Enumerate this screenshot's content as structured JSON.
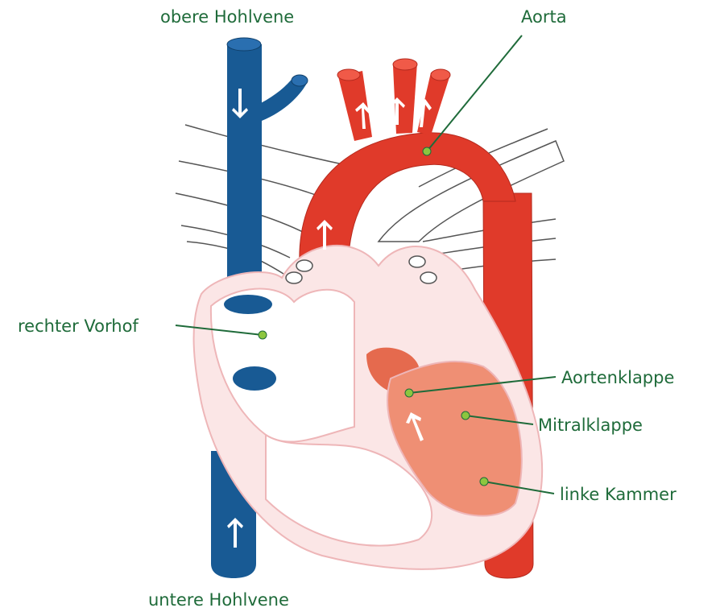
{
  "labels": {
    "superior_vena_cava": "obere Hohlvene",
    "inferior_vena_cava": "untere Hohlvene",
    "aorta": "Aorta",
    "right_atrium": "rechter Vorhof",
    "aortic_valve": "Aortenklappe",
    "mitral_valve": "Mitralklappe",
    "left_ventricle": "linke Kammer"
  },
  "colors": {
    "vein_blue": "#185a94",
    "artery_red": "#e03a2a",
    "heart_pink": "#fbe6e6",
    "heart_outline": "#eeb6b8",
    "ventricle_fill": "#ef8f74",
    "leader_green": "#1f6b3a",
    "marker_green": "#8cc63f",
    "vessel_outline": "#555555"
  }
}
